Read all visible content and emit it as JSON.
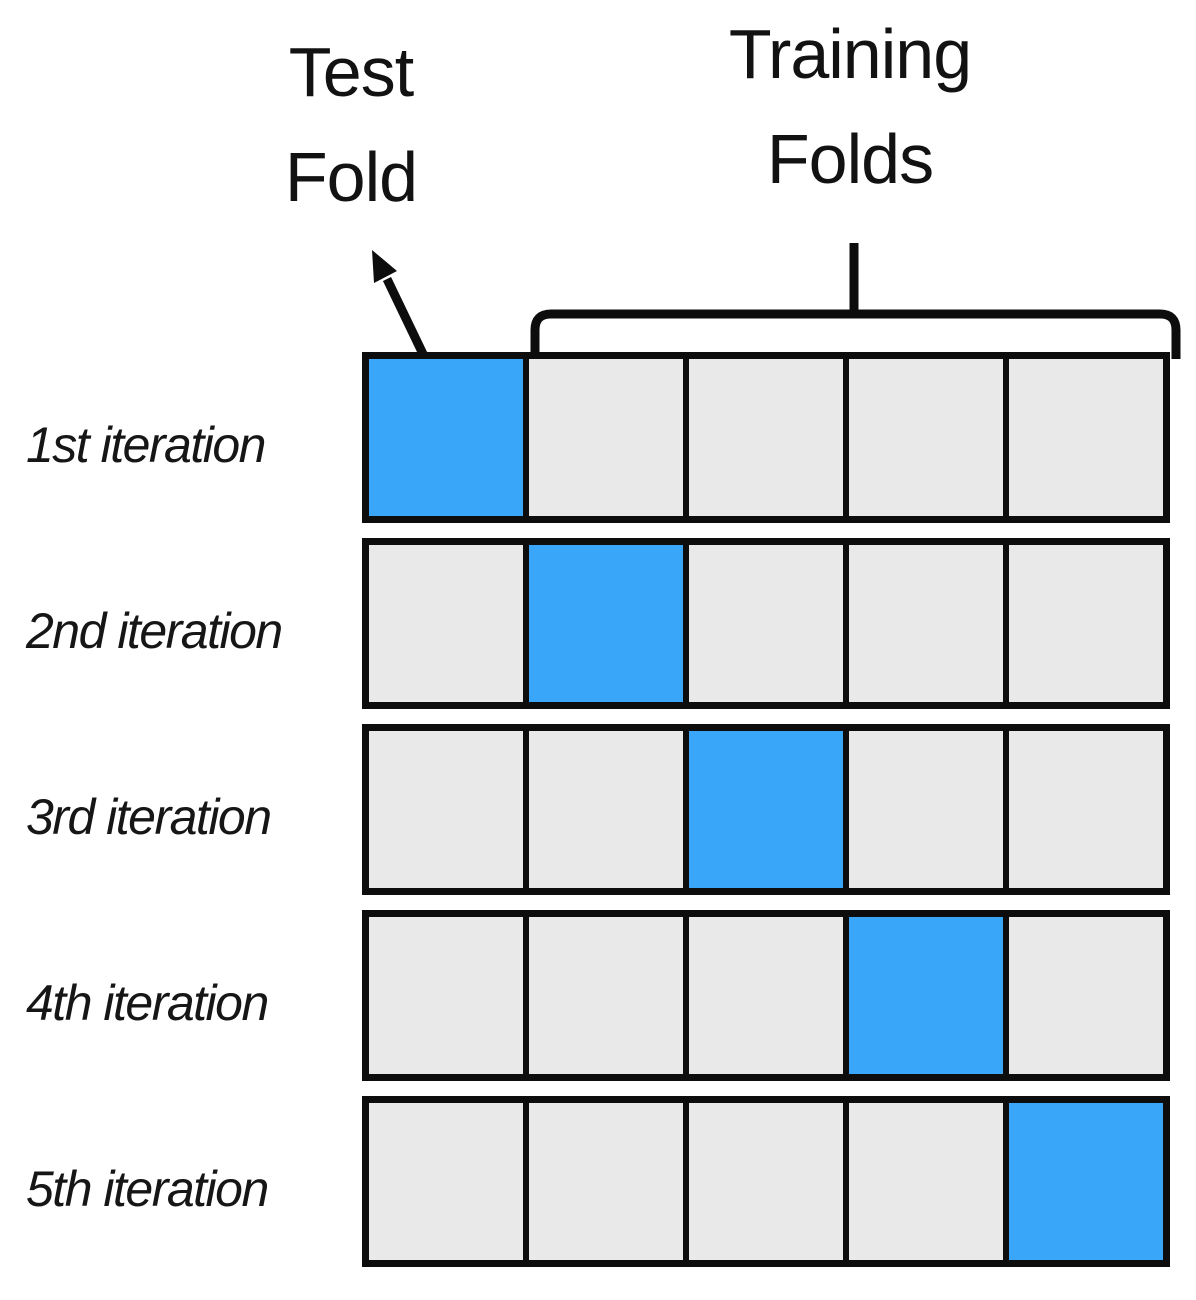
{
  "figure": {
    "type": "k-fold-cross-validation-diagram",
    "test_fold_label": {
      "line1": "Test",
      "line2": "Fold"
    },
    "training_folds_label": {
      "line1": "Training",
      "line2": "Folds"
    },
    "folds_per_row": 5,
    "iterations": [
      {
        "label": "1st iteration",
        "test_fold_index": 0
      },
      {
        "label": "2nd iteration",
        "test_fold_index": 1
      },
      {
        "label": "3rd iteration",
        "test_fold_index": 2
      },
      {
        "label": "4th iteration",
        "test_fold_index": 3
      },
      {
        "label": "5th iteration",
        "test_fold_index": 4
      }
    ],
    "colors": {
      "test_fold": "#3aa6f9",
      "training_fold": "#e9e9e9",
      "border": "#0d0d0d"
    }
  }
}
